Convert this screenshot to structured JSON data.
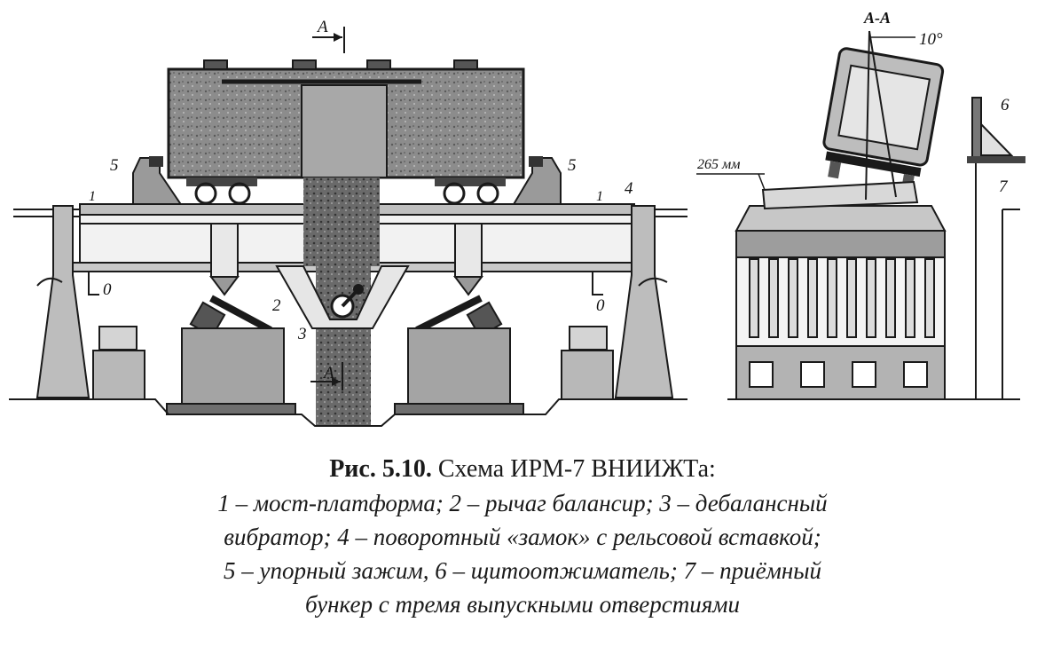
{
  "figure": {
    "labels": {
      "section_mark": "A",
      "section_mark_lower": "A",
      "section_title": "A-A",
      "angle": "10°",
      "gap": "265 мм",
      "l1_left": "1",
      "l1_right": "1",
      "l2": "2",
      "l3": "3",
      "l4": "4",
      "l5_left": "5",
      "l5_right": "5",
      "l6": "6",
      "l7": "7",
      "o_left": "0",
      "o_right": "0"
    }
  },
  "caption": {
    "title_bold": "Рис. 5.10.",
    "title_text": " Схема ИРМ-7 ВНИИЖТа:",
    "lines": [
      "1 – мост-платформа; 2 – рычаг балансир; 3 – дебалансный",
      "вибратор; 4 – поворотный «замок» с рельсовой вставкой;",
      "5 – упорный зажим, 6 – щитоотжиматель; 7 – приёмный",
      "бункер с тремя выпускными отверстиями"
    ]
  },
  "colors": {
    "ink": "#1a1a1a",
    "gray_dark": "#6e6e6e",
    "gray_mid": "#9a9a9a",
    "gray_light": "#c4c4c4",
    "paper": "#ffffff"
  }
}
